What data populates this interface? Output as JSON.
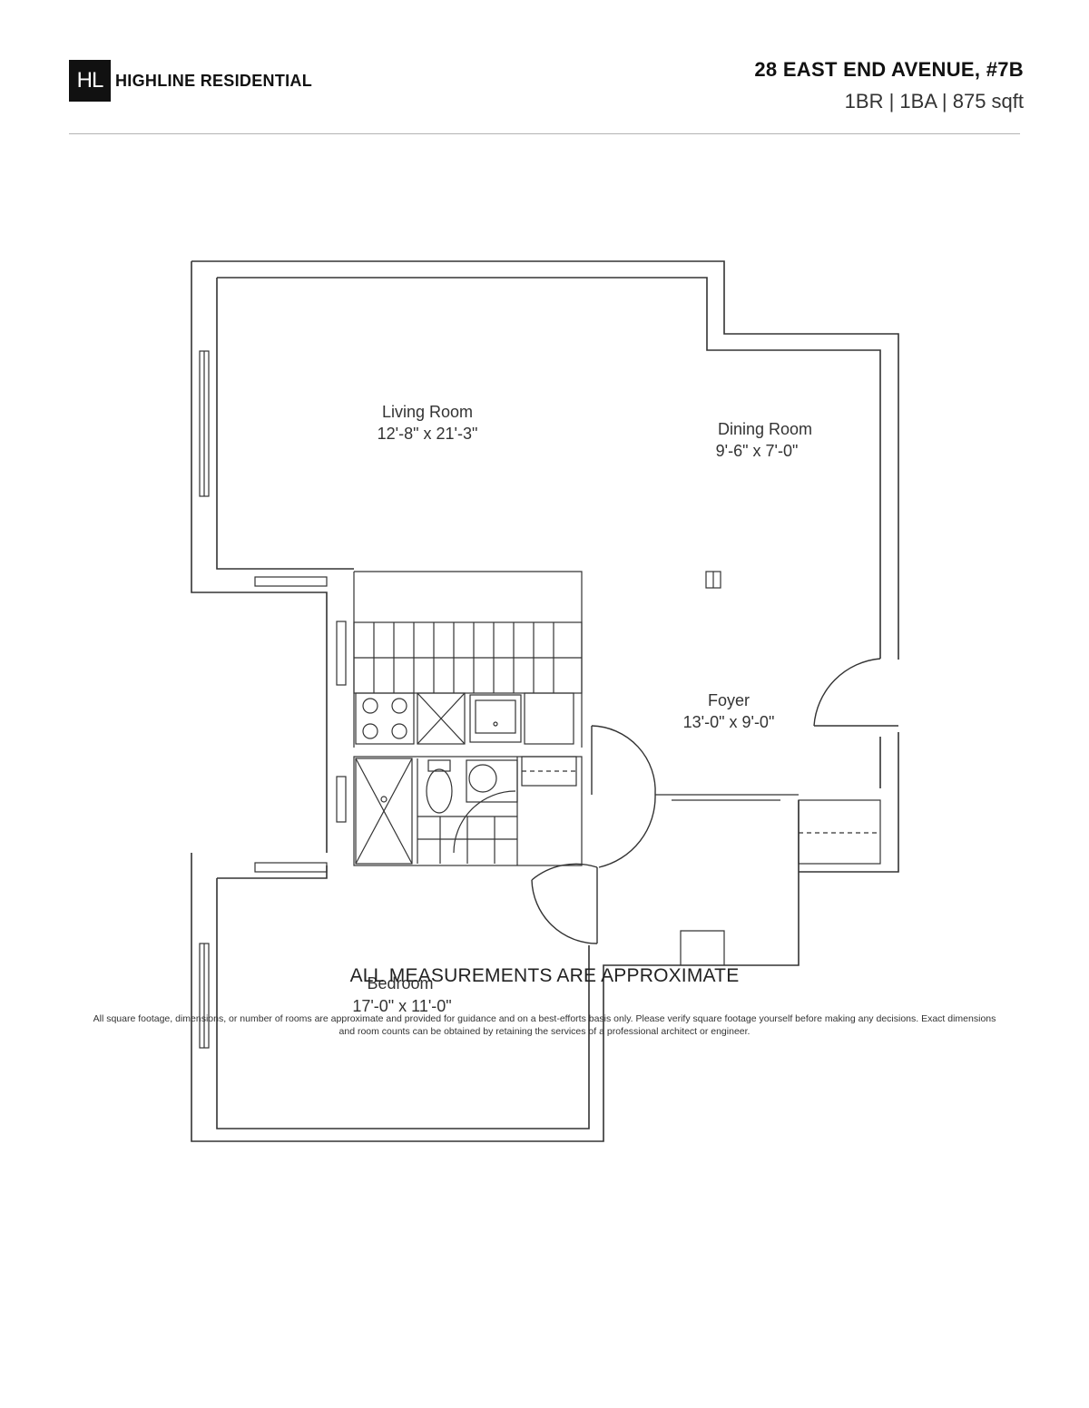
{
  "header": {
    "logo_mark": "HL",
    "brand_name": "HIGHLINE RESIDENTIAL",
    "address": "28 EAST END AVENUE, #7B",
    "specs": "1BR | 1BA | 875 sqft"
  },
  "floorplan": {
    "rooms": [
      {
        "name": "Living Room",
        "dimensions": "12'-8\" x 21'-3\""
      },
      {
        "name": "Dining Room",
        "dimensions": "9'-6\" x 7'-0\""
      },
      {
        "name": "Foyer",
        "dimensions": "13'-0\" x 9'-0\""
      },
      {
        "name": "Bedroom",
        "dimensions": "17'-0\" x 11'-0\""
      }
    ]
  },
  "footer": {
    "notice": "ALL MEASUREMENTS ARE APPROXIMATE",
    "disclaimer": "All square footage, dimensions, or number of rooms are approximate and provided for guidance and on a best-efforts basis only. Please verify square footage yourself before making any decisions. Exact dimensions and room counts can be obtained by retaining the services of a professional architect or engineer."
  }
}
